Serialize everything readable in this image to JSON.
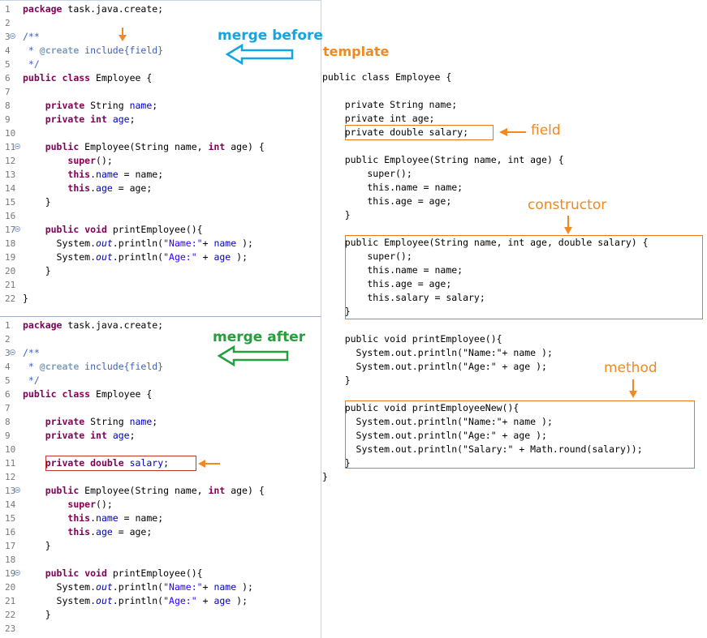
{
  "labels": {
    "merge_before": "merge before",
    "merge_after": "merge after",
    "template": "template",
    "field": "field",
    "constructor": "constructor",
    "method": "method"
  },
  "colors": {
    "blue": "#12a5e3",
    "green": "#23a03c",
    "orange": "#f0891f",
    "red": "#c0392b"
  },
  "before": {
    "lines": [
      {
        "n": "1",
        "t": "package task.java.create;"
      },
      {
        "n": "2",
        "t": ""
      },
      {
        "n": "3",
        "t": "/**",
        "fold": true
      },
      {
        "n": "4",
        "t": " * @create include{field}"
      },
      {
        "n": "5",
        "t": " */"
      },
      {
        "n": "6",
        "t": "public class Employee {"
      },
      {
        "n": "7",
        "t": ""
      },
      {
        "n": "8",
        "t": "    private String name;"
      },
      {
        "n": "9",
        "t": "    private int age;"
      },
      {
        "n": "10",
        "t": ""
      },
      {
        "n": "11",
        "t": "    public Employee(String name, int age) {",
        "fold": true
      },
      {
        "n": "12",
        "t": "        super();"
      },
      {
        "n": "13",
        "t": "        this.name = name;"
      },
      {
        "n": "14",
        "t": "        this.age = age;"
      },
      {
        "n": "15",
        "t": "    }"
      },
      {
        "n": "16",
        "t": ""
      },
      {
        "n": "17",
        "t": "    public void printEmployee(){",
        "fold": true
      },
      {
        "n": "18",
        "t": "      System.out.println(\"Name:\"+ name );"
      },
      {
        "n": "19",
        "t": "      System.out.println(\"Age:\" + age );"
      },
      {
        "n": "20",
        "t": "    }"
      },
      {
        "n": "21",
        "t": ""
      },
      {
        "n": "22",
        "t": "}"
      }
    ]
  },
  "after": {
    "lines": [
      {
        "n": "1",
        "t": "package task.java.create;"
      },
      {
        "n": "2",
        "t": ""
      },
      {
        "n": "3",
        "t": "/**",
        "fold": true
      },
      {
        "n": "4",
        "t": " * @create include{field}"
      },
      {
        "n": "5",
        "t": " */"
      },
      {
        "n": "6",
        "t": "public class Employee {"
      },
      {
        "n": "7",
        "t": ""
      },
      {
        "n": "8",
        "t": "    private String name;"
      },
      {
        "n": "9",
        "t": "    private int age;"
      },
      {
        "n": "10",
        "t": ""
      },
      {
        "n": "11",
        "t": "    private double salary;"
      },
      {
        "n": "12",
        "t": ""
      },
      {
        "n": "13",
        "t": "    public Employee(String name, int age) {",
        "fold": true
      },
      {
        "n": "14",
        "t": "        super();"
      },
      {
        "n": "15",
        "t": "        this.name = name;"
      },
      {
        "n": "16",
        "t": "        this.age = age;"
      },
      {
        "n": "17",
        "t": "    }"
      },
      {
        "n": "18",
        "t": ""
      },
      {
        "n": "19",
        "t": "    public void printEmployee(){",
        "fold": true
      },
      {
        "n": "20",
        "t": "      System.out.println(\"Name:\"+ name );"
      },
      {
        "n": "21",
        "t": "      System.out.println(\"Age:\" + age );"
      },
      {
        "n": "22",
        "t": "    }"
      },
      {
        "n": "23",
        "t": ""
      }
    ]
  },
  "template": {
    "lines": [
      "public class Employee {",
      "",
      "    private String name;",
      "    private int age;",
      "    private double salary;",
      "",
      "    public Employee(String name, int age) {",
      "        super();",
      "        this.name = name;",
      "        this.age = age;",
      "    }",
      "",
      "    public Employee(String name, int age, double salary) {",
      "        super();",
      "        this.name = name;",
      "        this.age = age;",
      "        this.salary = salary;",
      "    }",
      "",
      "    public void printEmployee(){",
      "      System.out.println(\"Name:\"+ name );",
      "      System.out.println(\"Age:\" + age );",
      "    }",
      "",
      "    public void printEmployeeNew(){",
      "      System.out.println(\"Name:\"+ name );",
      "      System.out.println(\"Age:\" + age );",
      "      System.out.println(\"Salary:\" + Math.round(salary));",
      "    }",
      "}"
    ]
  }
}
